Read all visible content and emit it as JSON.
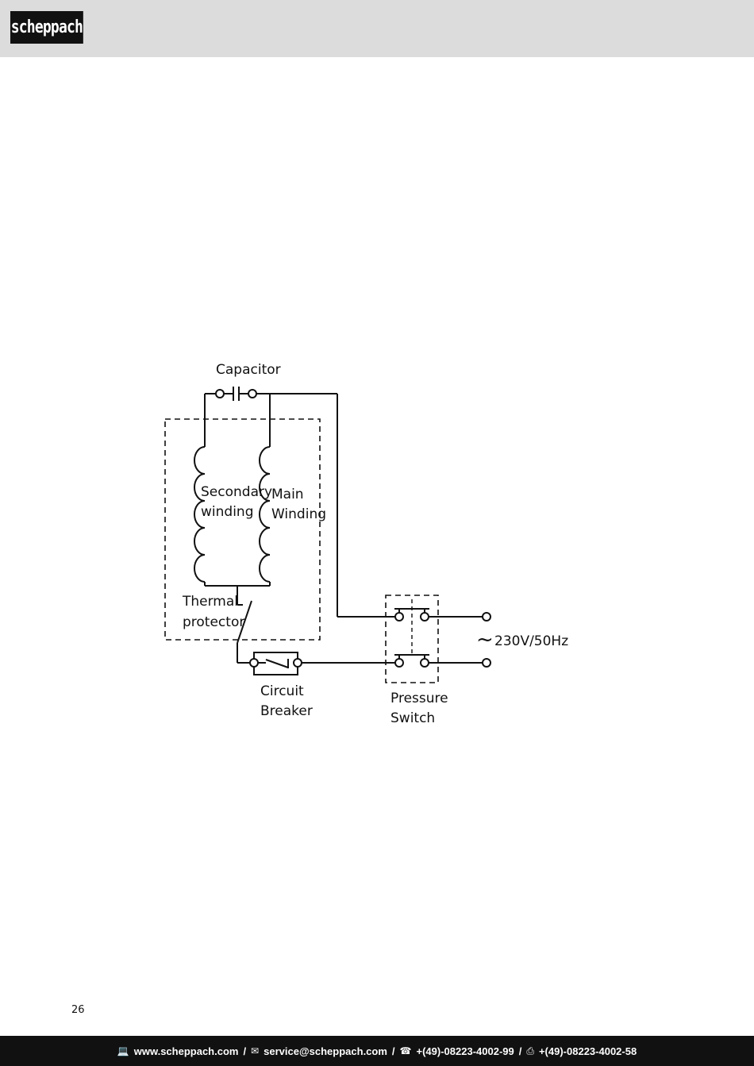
{
  "header": {
    "logo_text": "scheppach"
  },
  "diagram": {
    "capacitor_label": "Capacitor",
    "secondary_winding_label": [
      "Secondary",
      "winding"
    ],
    "main_winding_label": [
      "Main",
      "Winding"
    ],
    "thermal_protector_label": [
      "Thermal",
      "protector"
    ],
    "circuit_breaker_label": [
      "Circuit",
      "Breaker"
    ],
    "pressure_switch_label": [
      "Pressure",
      "Switch"
    ],
    "supply_label": "230V/50Hz",
    "supply_symbol": "~"
  },
  "page": {
    "number": "26"
  },
  "footer": {
    "website": "www.scheppach.com",
    "email": "service@scheppach.com",
    "phone": "+(49)-08223-4002-99",
    "fax": "+(49)-08223-4002-58",
    "separator": "/"
  }
}
